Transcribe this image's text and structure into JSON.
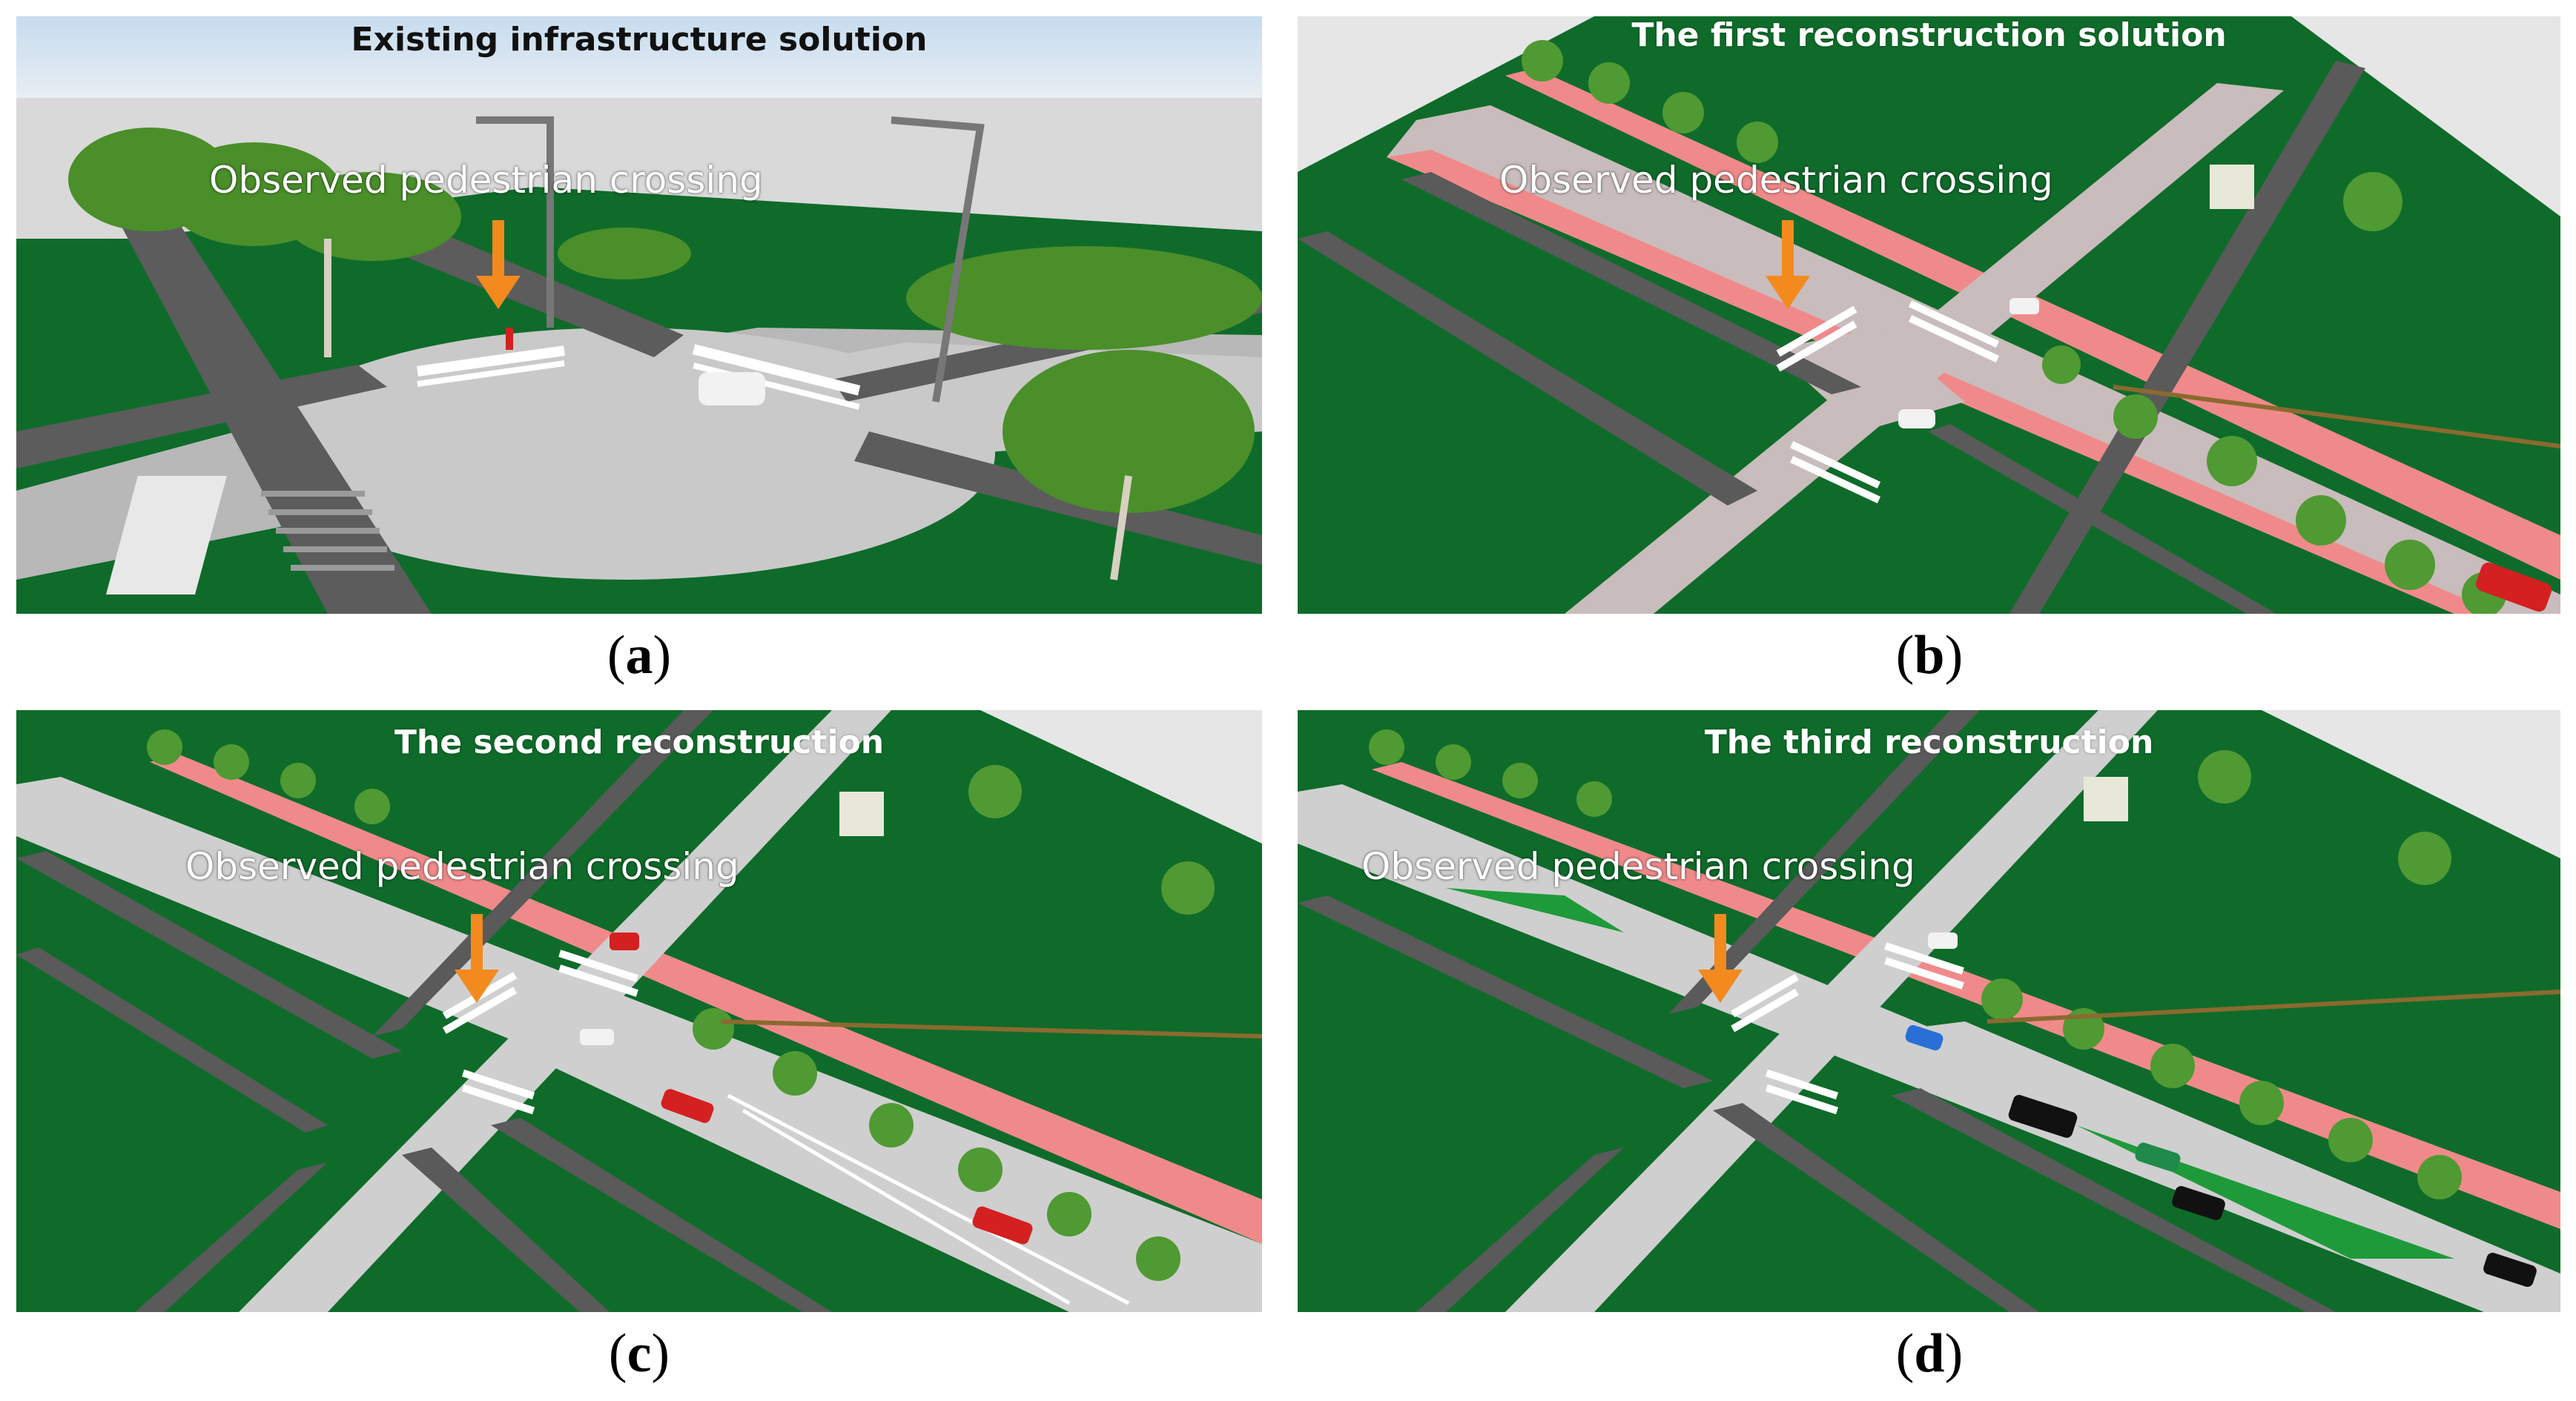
{
  "panels": [
    {
      "id": "a",
      "title": "Existing infrastructure solution",
      "label": "Observed pedestrian crossing",
      "caption_letter": "a"
    },
    {
      "id": "b",
      "title": "The first reconstruction solution",
      "label": "Observed pedestrian crossing",
      "caption_letter": "b"
    },
    {
      "id": "c",
      "title": "The second reconstruction",
      "label": "Observed pedestrian crossing",
      "caption_letter": "c"
    },
    {
      "id": "d",
      "title": "The third reconstruction",
      "label": "Observed pedestrian crossing",
      "caption_letter": "d"
    }
  ],
  "caption_open": "(",
  "caption_close": ")",
  "colors": {
    "grass": "#0f6b2a",
    "road": "#c9c9c9",
    "road_edge": "#666666",
    "bike_lane": "#f08a8a",
    "arrow": "#f28a1e",
    "sky": "#dfe6ee",
    "tree": "#4a8f2a"
  }
}
